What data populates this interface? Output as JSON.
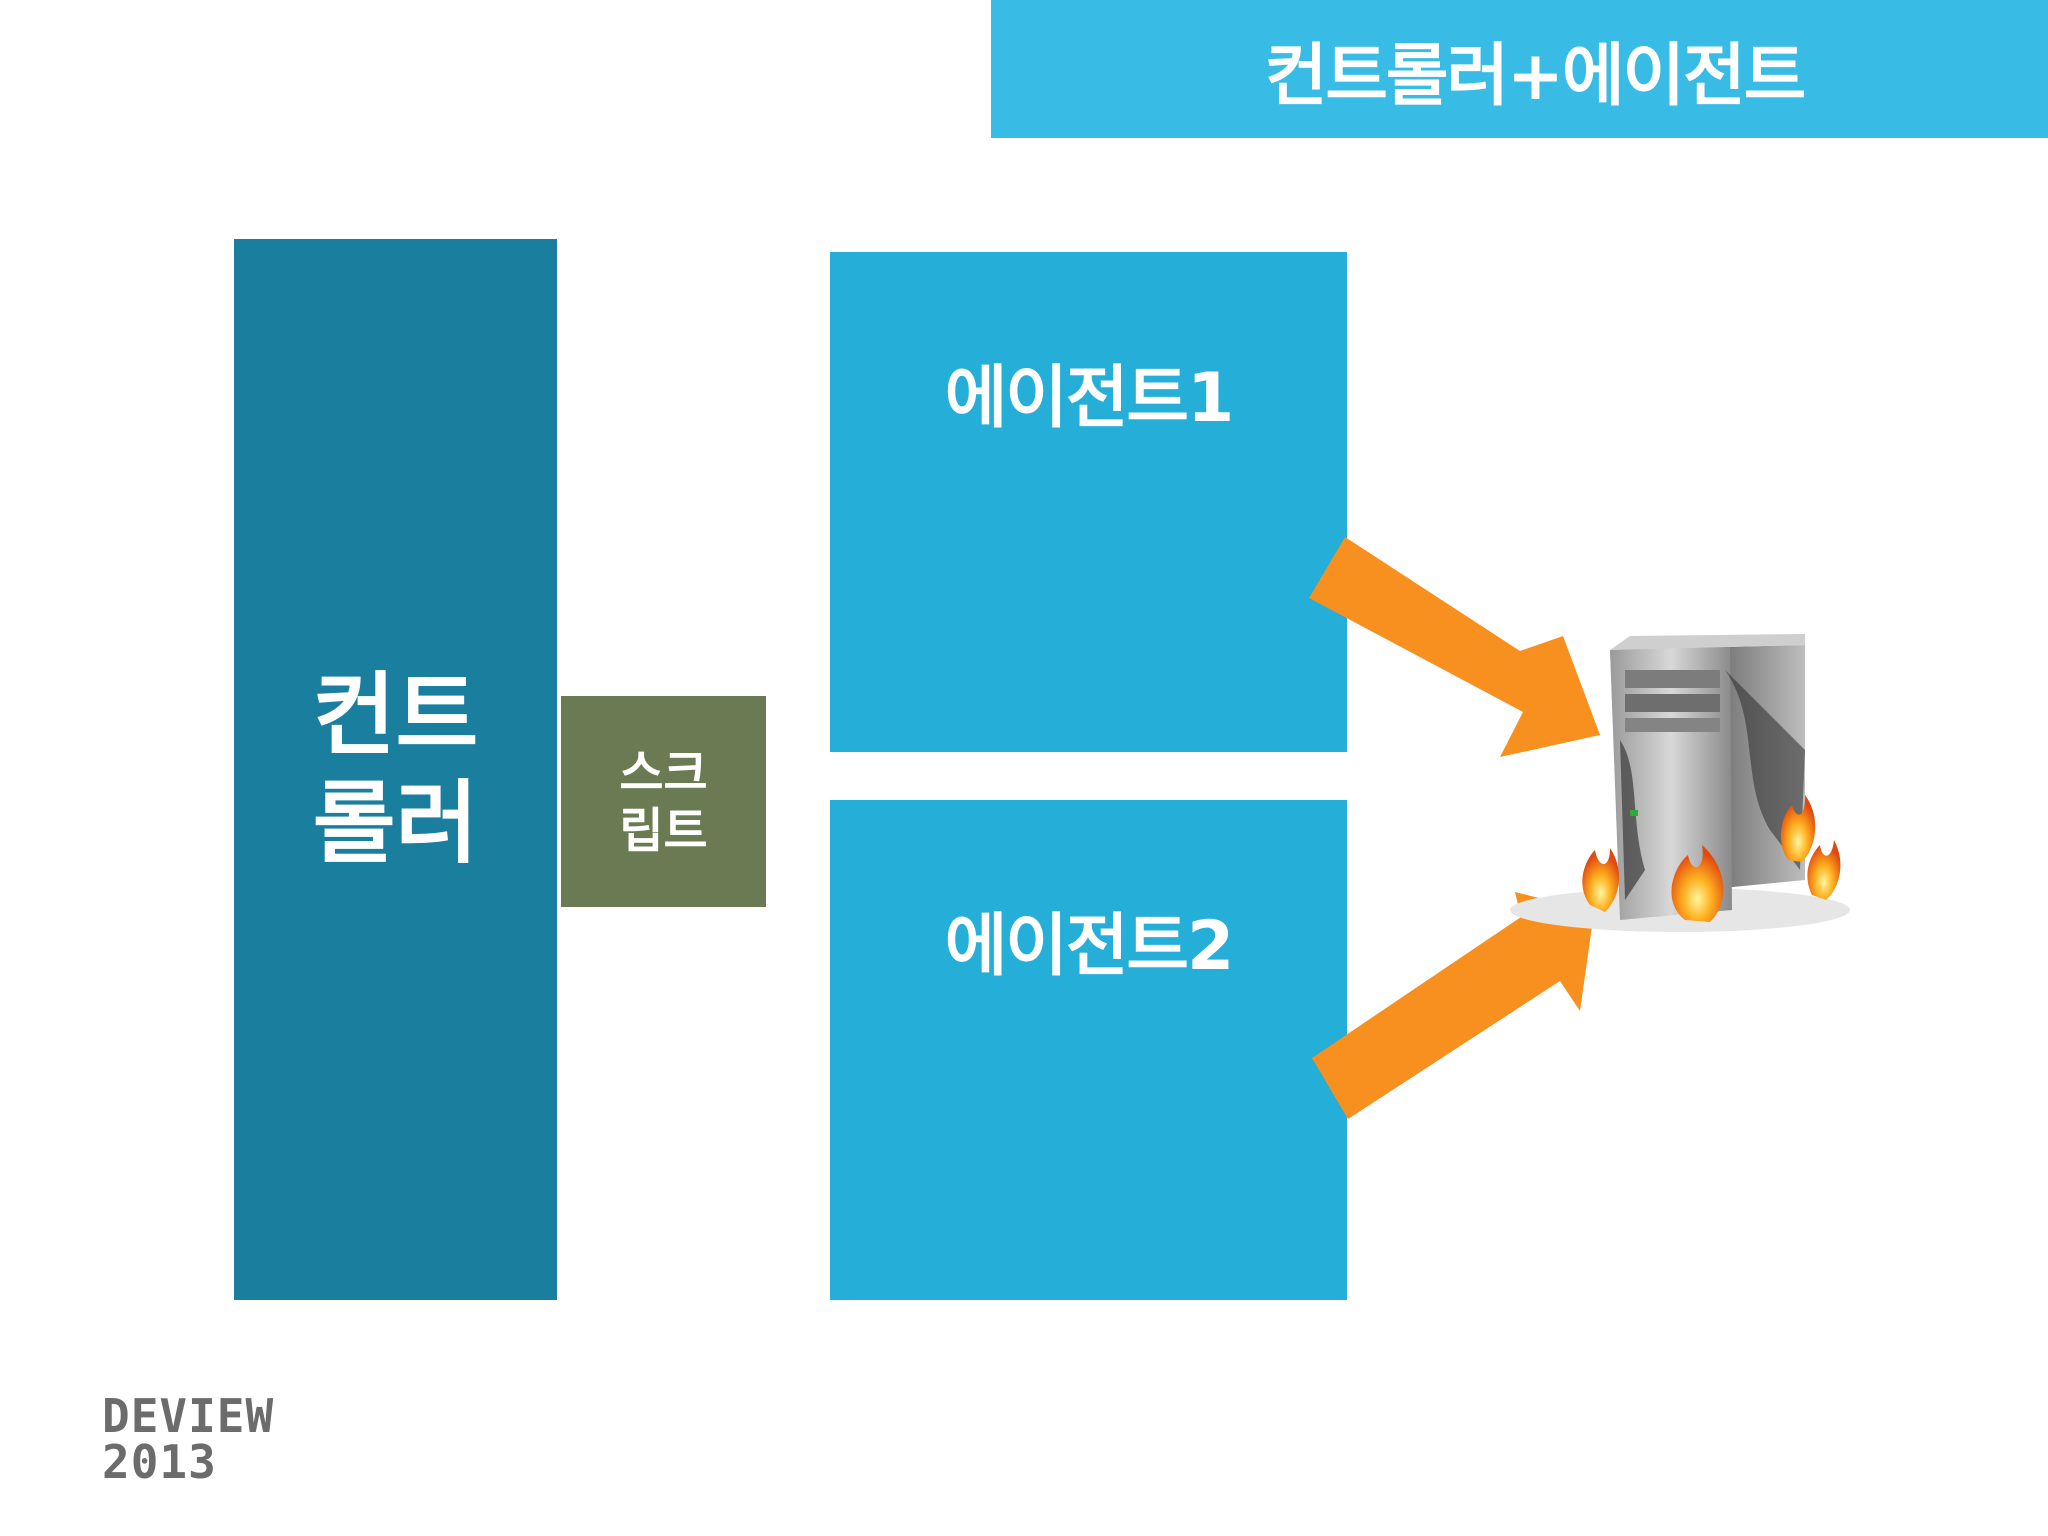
{
  "slide": {
    "title": "컨트롤러+에이전트"
  },
  "diagram": {
    "controller": {
      "label": "컨트롤러"
    },
    "script": {
      "label": "스크립트"
    },
    "agents": [
      {
        "label": "에이전트1"
      },
      {
        "label": "에이전트2"
      }
    ],
    "server": {
      "icon": "burning-server-icon"
    },
    "colors": {
      "title_bar": "#38bce6",
      "controller": "#1a7e9f",
      "script": "#6a7a52",
      "agent": "#24aed8",
      "arrow": "#f7901e"
    }
  },
  "logo": {
    "line1": "DEVIEW",
    "line2": "2013"
  }
}
